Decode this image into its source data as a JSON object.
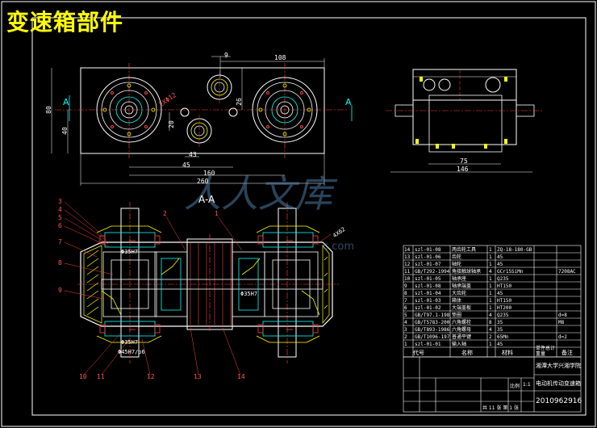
{
  "title": "变速箱部件",
  "watermark": "人人文库",
  "watermark_sub": "c.com",
  "section_label": "A-A",
  "view_markers": [
    "A",
    "A"
  ],
  "dims_top": {
    "d108": "108",
    "d80": "80",
    "d40": "40",
    "d9": "9",
    "d26": "26",
    "d20": "20",
    "d43": "43",
    "d45": "45",
    "d160": "160",
    "d260": "260",
    "hole": "2XΦ12"
  },
  "dims_side": {
    "d75": "75",
    "d146": "146"
  },
  "part_numbers_left": [
    "3",
    "4",
    "5",
    "6",
    "7",
    "8",
    "9"
  ],
  "part_numbers_bottom": [
    "10",
    "11",
    "12",
    "13",
    "14"
  ],
  "part_numbers_top": [
    "2",
    "1"
  ],
  "fits": {
    "f1": "Φ35H7",
    "f2": "Φ35H7",
    "f3": "Φ45H7/p6",
    "f4": "Φ35H7",
    "chamfer": "4X62"
  },
  "bom_rows": [
    [
      "14",
      "szl-01-08",
      "两齿轮工具",
      "1",
      "ZQ-18-180-GB"
    ],
    [
      "13",
      "szl-01-06",
      "齿轮",
      "1",
      "45"
    ],
    [
      "12",
      "szl-01-07",
      "轴轮",
      "1",
      "45"
    ],
    [
      "11",
      "GB/T292-1994",
      "角接触球轴承",
      "4",
      "GCr15SiMn",
      "7208AC"
    ],
    [
      "10",
      "szl-01-05",
      "轴承座",
      "1",
      "Q235"
    ],
    [
      "9",
      "szl-01-08",
      "轴承端盖",
      "1",
      "HT150"
    ],
    [
      "8",
      "szl-01-04",
      "大齿轮",
      "1",
      "45"
    ],
    [
      "7",
      "szl-01-03",
      "箱体",
      "1",
      "HT150"
    ],
    [
      "6",
      "szl-01-02",
      "大端盖板",
      "1",
      "HT200"
    ],
    [
      "5",
      "GB/T97.1-1985",
      "垫圈",
      "4",
      "Q235",
      "d=8"
    ],
    [
      "4",
      "GB/T5783-2000",
      "六角螺栓",
      "8",
      "35",
      "M8"
    ],
    [
      "3",
      "GB/T893-1986",
      "六角螺母",
      "4",
      "35"
    ],
    [
      "2",
      "GB/T1096-1979",
      "普通平键",
      "2",
      "65Mn",
      "d=2"
    ],
    [
      "1",
      "szl-01-01",
      "输入轴",
      "1",
      "45"
    ]
  ],
  "bom_header": [
    "代号",
    "名称",
    "材料",
    "单件总计重量",
    "备注"
  ],
  "title_block": {
    "school": "湘潭大学兴湘学院",
    "drawing": "电动机传动变速箱",
    "number": "2010962916",
    "scale_label": "比例",
    "scale": "1:1",
    "sheet": "共 11 张 第 1 张"
  }
}
